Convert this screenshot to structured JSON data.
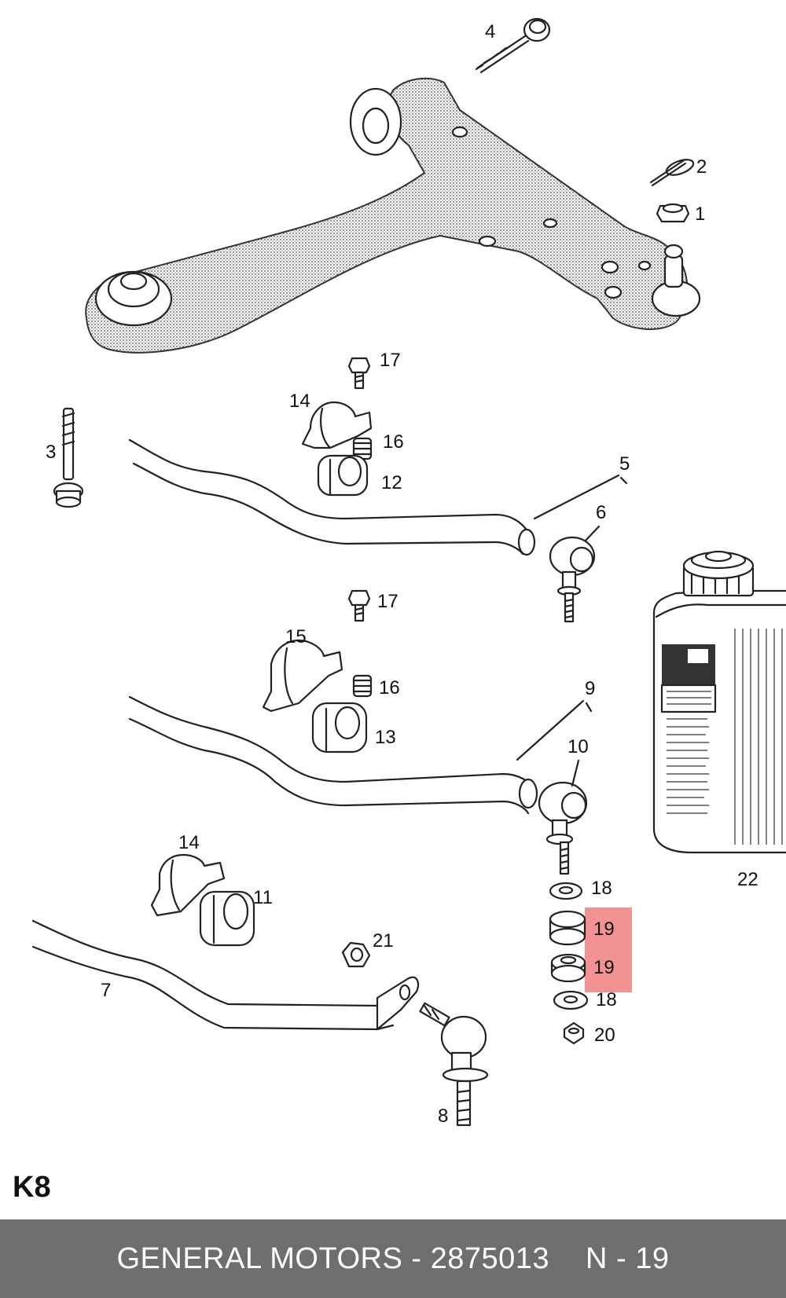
{
  "diagram": {
    "code": "K8",
    "highlight_color": "#f08080",
    "callouts": [
      {
        "id": "c4",
        "label": "4"
      },
      {
        "id": "c2",
        "label": "2"
      },
      {
        "id": "c1",
        "label": "1"
      },
      {
        "id": "c17a",
        "label": "17"
      },
      {
        "id": "c14a",
        "label": "14"
      },
      {
        "id": "c16a",
        "label": "16"
      },
      {
        "id": "c12",
        "label": "12"
      },
      {
        "id": "c3",
        "label": "3"
      },
      {
        "id": "c5",
        "label": "5"
      },
      {
        "id": "c6",
        "label": "6"
      },
      {
        "id": "c17b",
        "label": "17"
      },
      {
        "id": "c15",
        "label": "15"
      },
      {
        "id": "c16b",
        "label": "16"
      },
      {
        "id": "c13",
        "label": "13"
      },
      {
        "id": "c9",
        "label": "9"
      },
      {
        "id": "c10",
        "label": "10"
      },
      {
        "id": "c22",
        "label": "22"
      },
      {
        "id": "c14b",
        "label": "14"
      },
      {
        "id": "c11",
        "label": "11"
      },
      {
        "id": "c18a",
        "label": "18"
      },
      {
        "id": "c19a",
        "label": "19"
      },
      {
        "id": "c19b",
        "label": "19"
      },
      {
        "id": "c18b",
        "label": "18"
      },
      {
        "id": "c20",
        "label": "20"
      },
      {
        "id": "c21",
        "label": "21"
      },
      {
        "id": "c7",
        "label": "7"
      },
      {
        "id": "c8",
        "label": "8"
      }
    ]
  },
  "footer": {
    "manufacturer_part": "GENERAL MOTORS - 2875013",
    "position": "N - 19",
    "background": "#6e6e6e"
  }
}
